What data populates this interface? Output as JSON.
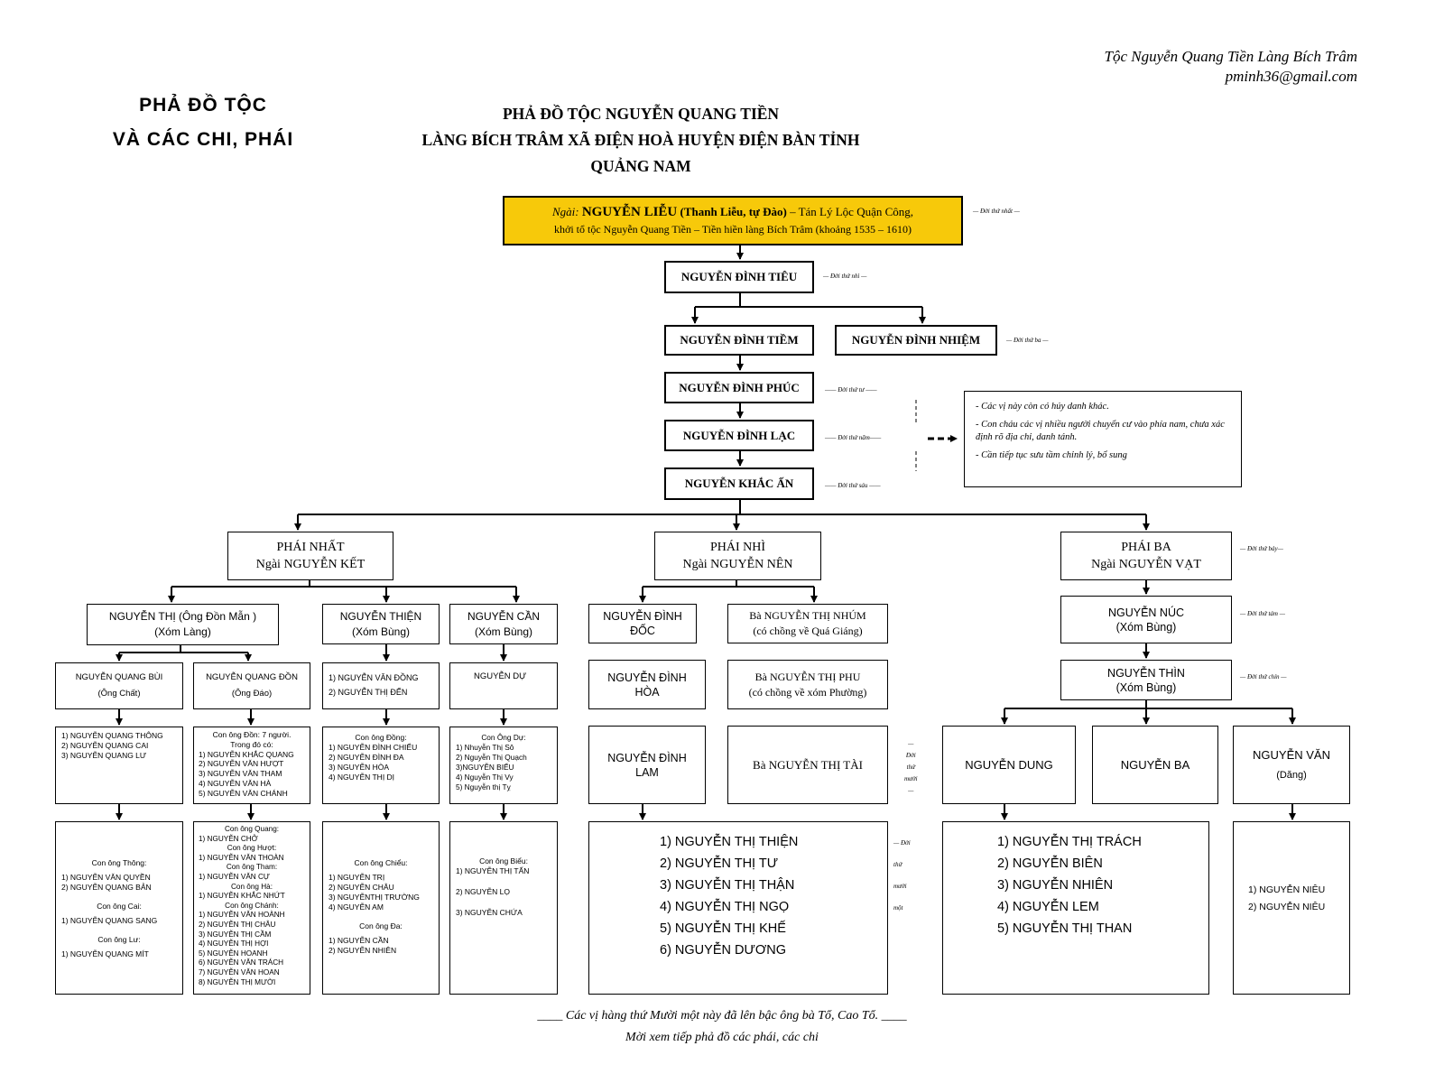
{
  "header": {
    "family": "Tộc Nguyễn Quang Tiền Làng Bích Trâm",
    "email": "pminh36@gmail.com",
    "side_title_1": "PHẢ ĐỒ TỘC",
    "side_title_2": "VÀ CÁC CHI, PHÁI",
    "title_1": "PHẢ ĐỒ TỘC NGUYỄN QUANG TIỀN",
    "title_2": "LÀNG BÍCH TRÂM XÃ ĐIỆN HOÀ HUYỆN ĐIỆN BÀN TỈNH QUẢNG NAM"
  },
  "founder": {
    "prefix": "Ngài:",
    "name": "NGUYỄN LIỄU",
    "alias": "(Thanh Liễu, tự Đào)",
    "rank": "– Tán Lý Lộc Quận Công,",
    "line2": "khởi tổ tộc Nguyễn Quang Tiền – Tiền hiền làng Bích Trâm (khoảng 1535 – 1610)"
  },
  "line": {
    "tieu": "NGUYỄN ĐÌNH TIÊU",
    "tiem": "NGUYỄN ĐÌNH TIỀM",
    "nhiem": "NGUYỄN ĐÌNH NHIỆM",
    "phuc": "NGUYỄN ĐÌNH PHÚC",
    "lac": "NGUYỄN ĐÌNH LẠC",
    "an": "NGUYỄN KHẮC ẤN"
  },
  "generations": {
    "g1": "— Đời thứ nhất —",
    "g2": "— Đời thứ nhì —",
    "g3": "— Đời thứ ba —",
    "g4": "—— Đời thứ tư ——",
    "g5": "—— Đời thứ năm——",
    "g6": "—— Đời thứ sáu ——",
    "g7": "— Đời thứ bảy—",
    "g8": "— Đời thứ tám —",
    "g9": "— Đời thứ chín —",
    "g10": [
      "—",
      "Đời",
      "thứ",
      "mười",
      "—"
    ],
    "g11": [
      "— Đời",
      "thứ",
      "mười",
      "một"
    ]
  },
  "note": [
    "- Các vị này còn có húy danh khác.",
    "- Con cháu các vị nhiều người chuyển cư vào phía nam, chưa xác định rõ địa chỉ, danh tánh.",
    "- Cần tiếp tục sưu tầm chỉnh lý, bổ sung"
  ],
  "phai": {
    "nhat": {
      "l1": "PHÁI NHẤT",
      "l2": "Ngài NGUYỄN KẾT"
    },
    "nhi": {
      "l1": "PHÁI NHÌ",
      "l2": "Ngài NGUYỄN NÊN"
    },
    "ba": {
      "l1": "PHÁI BA",
      "l2": "Ngài NGUYỄN VẠT"
    }
  },
  "nhat": {
    "thi": {
      "l1": "NGUYỄN THỊ (Ông Đồn Mẫn )",
      "l2": "(Xóm Làng)"
    },
    "thien": {
      "l1": "NGUYỄN THIỆN",
      "l2": "(Xóm Bùng)"
    },
    "can": {
      "l1": "NGUYỄN CẦN",
      "l2": "(Xóm Bùng)"
    },
    "bui": {
      "l1": "NGUYỄN QUANG BÙI",
      "l2": "(Ông Chất)"
    },
    "don": {
      "l1": "NGUYỄN QUANG ĐỒN",
      "l2": "(Ông Đáo)"
    },
    "thien_kids": [
      "1) NGUYỄN VĂN ĐỒNG",
      "2) NGUYỄN THỊ ĐẾN"
    ],
    "can_kid": "NGUYỄN DỰ",
    "bui_kids": [
      "1) NGUYỄN QUANG THÔNG",
      "2) NGUYỄN QUANG CAI",
      "3) NGUYỄN QUANG LƯ"
    ],
    "don_kids": [
      "Con ông Đồn: 7 người.",
      "Trong đó có:",
      "1) NGUYỄN KHẮC QUANG",
      "2) NGUYỄN VĂN HƯỢT",
      "3) NGUYỄN VĂN THAM",
      "4) NGUYỄN VĂN HÀ",
      "5) NGUYỄN VĂN CHÁNH"
    ],
    "dong_kids": [
      "Con ông Đồng:",
      "1) NGUYỄN ĐÌNH CHIỂU",
      "2) NGUYỄN ĐÌNH ĐA",
      "3) NGUYỄN HÒA",
      "4) NGUYỄN THỊ DỊ"
    ],
    "du_kids": [
      "Con Ông Dự:",
      "1) Nhuyễn Thị Sô",
      "2) Nguyễn Thị Quạch",
      "3)NGUYỄN BIỂU",
      "4) Nguyễn Thị Vy",
      "5) Nguyễn thị Tỵ"
    ],
    "gg_bui": [
      "Con ông Thông:",
      "1) NGUYỄN VĂN QUYỀN",
      "2) NGUYỄN QUANG BẢN",
      "Con ông Cai:",
      "1) NGUYỄN QUANG SANG",
      "Con ông Lư:",
      "1) NGUYỄN QUANG MÍT"
    ],
    "gg_don": [
      "Con ông Quang:",
      "1) NGUYỄN CHỞ",
      "Con ông Hượt:",
      "1) NGUYỄN VĂN THOÀN",
      "Con ông Tham:",
      "1) NGUYỄN VĂN CỰ",
      "Con ông Hà:",
      "1) NGUYỄN KHẮC NHỨT",
      "Con ông Chánh:",
      "1) NGUYỄN VĂN HOÀNH",
      "2) NGUYỄN THỊ CHÂU",
      "3) NGUYỄN THỊ CẦM",
      "4) NGUYỄN THỊ HỢI",
      "5) NGUYỄN HOANH",
      "6) NGUYỄN VĂN TRÁCH",
      "7) NGUYỄN VĂN HOAN",
      "8) NGUYỄN THỊ MƯỜI"
    ],
    "gg_dong": [
      "Con ông Chiểu:",
      "1) NGUYỄN TRỊ",
      "2) NGUYỄN CHÂU",
      "3) NGUYỄNTHỊ TRƯỜNG",
      "4) NGUYỄN AM",
      "Con ông Đa:",
      "1) NGUYỄN CẦN",
      "2) NGUYỄN NHIÊN"
    ],
    "gg_du": [
      "Con ông Biểu:",
      "1) NGUYỄN THỊ TẤN",
      "2) NGUYỄN LỌ",
      "3) NGUYỄN CHỨA"
    ]
  },
  "nhi": {
    "doc": {
      "l1": "NGUYỄN ĐÌNH",
      "l2": "ĐỐC"
    },
    "nhum": {
      "l1": "Bà NGUYỄN THỊ NHÚM",
      "l2": "(có chồng về Quá Giáng)"
    },
    "hoa": {
      "l1": "NGUYỄN ĐÌNH",
      "l2": "HÒA"
    },
    "phu": {
      "l1": "Bà NGUYỄN THỊ PHU",
      "l2": "(có chồng về xóm Phường)"
    },
    "lam": {
      "l1": "NGUYỄN ĐÌNH",
      "l2": "LAM"
    },
    "tai": "Bà NGUYỄN THỊ TÀI",
    "kids": [
      "1) NGUYỄN THỊ THIỆN",
      "2) NGUYỄN THỊ TƯ",
      "3) NGUYỄN THỊ THẬN",
      "4) NGUYỄN THỊ NGỌ",
      "5) NGUYỄN THỊ KHẾ",
      "6) NGUYỄN DƯƠNG"
    ]
  },
  "ba": {
    "nuc": {
      "l1": "NGUYỄN NÚC",
      "l2": "(Xóm Bùng)"
    },
    "thin": {
      "l1": "NGUYỄN THÌN",
      "l2": "(Xóm Bùng)"
    },
    "dung": "NGUYỄN DUNG",
    "ba_name": "NGUYỄN BA",
    "van": {
      "l1": "NGUYỄN VĂN",
      "l2": "(Dăng)"
    },
    "dung_kids": [
      "1) NGUYỄN THỊ TRÁCH",
      "2) NGUYỄN BIÊN",
      "3) NGUYỄN NHIÊN",
      "4) NGUYỄN LEM",
      "5) NGUYỄN THỊ THAN"
    ],
    "van_kids": [
      "1) NGUYỄN NIÊU",
      "2) NGUYỄN NIÊU"
    ]
  },
  "footer": {
    "line1": "____ Các vị hàng thứ Mười một này đã lên bậc ông bà Tổ, Cao Tổ. ____",
    "line2": "Mời xem tiếp phả đồ các phái, các chi"
  }
}
